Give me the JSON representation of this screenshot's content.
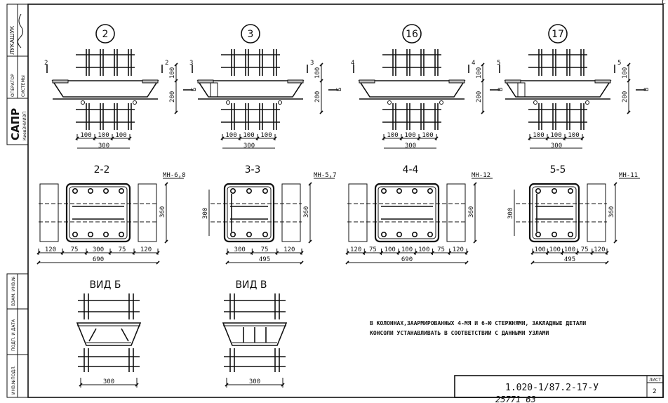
{
  "node_numbers": [
    "2",
    "3",
    "16",
    "17"
  ],
  "section_cut_labels": [
    [
      "2",
      "2"
    ],
    [
      "3",
      "3"
    ],
    [
      "4",
      "4"
    ],
    [
      "5",
      "5"
    ]
  ],
  "view_letters": [
    "Б",
    "Б",
    "В",
    "В"
  ],
  "elevation_dims": {
    "top": "100",
    "bottom": "200"
  },
  "plan_dims": {
    "a": "100",
    "b": "100",
    "c": "100",
    "total": "300"
  },
  "sections": [
    {
      "title": "2-2",
      "plate": "МН-6,8",
      "height": "360",
      "left_dim": "",
      "dims": [
        "120",
        "75",
        "300",
        "75",
        "120"
      ],
      "total": "690"
    },
    {
      "title": "3-3",
      "plate": "МН-5,7",
      "height": "360",
      "left_dim": "300",
      "dims": [
        "300",
        "75",
        "120"
      ],
      "total": "495"
    },
    {
      "title": "4-4",
      "plate": "МН-12",
      "height": "360",
      "left_dim": "",
      "dims": [
        "120",
        "75",
        "100",
        "100",
        "100",
        "75",
        "120"
      ],
      "total": "690"
    },
    {
      "title": "5-5",
      "plate": "МН-11",
      "height": "360",
      "left_dim": "300",
      "dims": [
        "100",
        "100",
        "100",
        "75",
        "120"
      ],
      "total": "495"
    }
  ],
  "views": [
    {
      "title": "ВИД Б",
      "dim": "300"
    },
    {
      "title": "ВИД В",
      "dim": "300"
    }
  ],
  "note_lines": [
    "В КОЛОННАХ,ЗААРМИРОВАННЫХ 4-МЯ И 6-Ю СТЕРЖНЯМИ, ЗАКЛАДНЫЕ ДЕТАЛИ",
    "КОНСОЛИ УСТАНАВЛИВАТЬ В СООТВЕТСТВИИ С ДАННЫМИ УЗЛАМИ"
  ],
  "title_block": {
    "code": "1.020-1/87.2-17-У",
    "sheet_label": "ЛИСТ",
    "sheet": "2"
  },
  "bottom_stamp": "25771 63",
  "corner_mark": "С",
  "side_stamp": {
    "cells": [
      "ЛУКАШУК",
      "ОПЕРАТОР",
      "СИСТЕМЫ",
      "САПР",
      "КиевЗНИИЭП"
    ],
    "lower_cells": [
      "ВЗАМ. ИНВ.№",
      "ПОДП. И ДАТА",
      "ИНВ.№ПОДЛ."
    ]
  }
}
